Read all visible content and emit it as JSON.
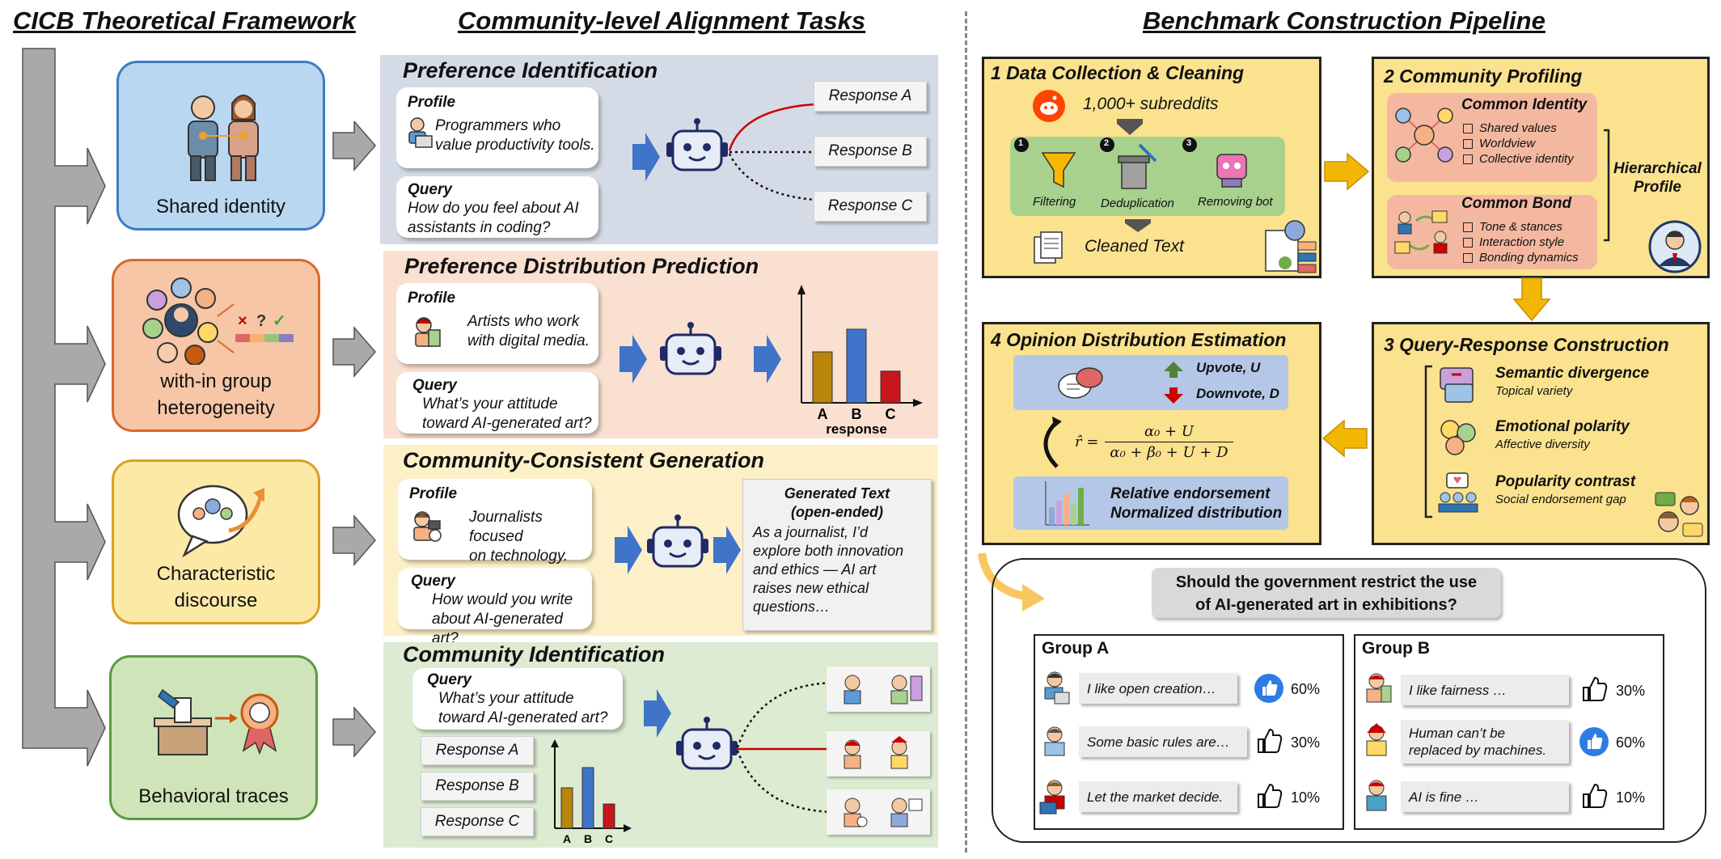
{
  "headers": {
    "framework": "CICB Theoretical Framework",
    "tasks": "Community-level Alignment Tasks",
    "pipeline": "Benchmark Construction Pipeline"
  },
  "framework": [
    {
      "label": "Shared identity",
      "color": "#b9d7f0",
      "border": "#3d7cc4"
    },
    {
      "label_line1": "with-in group",
      "label_line2": "heterogeneity",
      "color": "#f6c6a6",
      "border": "#d8692d"
    },
    {
      "label_line1": "Characteristic",
      "label_line2": "discourse",
      "color": "#fde9a6",
      "border": "#d9a021"
    },
    {
      "label": "Behavioral traces",
      "color": "#cfe4b8",
      "border": "#5c9a3e"
    }
  ],
  "tasks": {
    "preference_identification": {
      "title": "Preference Identification",
      "profile_head": "Profile",
      "profile_line1": "Programmers who",
      "profile_line2": "value productivity tools.",
      "query_head": "Query",
      "query_line1": "How do you feel about AI",
      "query_line2": "assistants in coding?",
      "responses": [
        "Response A",
        "Response B",
        "Response C"
      ]
    },
    "distribution_prediction": {
      "title": "Preference Distribution Prediction",
      "profile_head": "Profile",
      "profile_line1": "Artists who work",
      "profile_line2": "with digital media.",
      "query_head": "Query",
      "query_line1": "What’s your attitude",
      "query_line2": "toward AI-generated art?",
      "chart_xlabel": "response"
    },
    "consistent_generation": {
      "title": "Community-Consistent Generation",
      "profile_head": "Profile",
      "profile_line1": "Journalists focused",
      "profile_line2": "on technology.",
      "query_head": "Query",
      "query_line1": "How would you write",
      "query_line2": "about AI-generated art?",
      "gen_title1": "Generated Text",
      "gen_title2": "(open-ended)",
      "gen_lines": [
        "As a journalist, I’d",
        "explore both innovation",
        "and ethics — AI art",
        "raises new ethical",
        "questions…"
      ]
    },
    "community_identification": {
      "title": "Community Identification",
      "query_head": "Query",
      "query_line1": "What’s your attitude",
      "query_line2": "toward AI-generated art?",
      "responses": [
        "Response A",
        "Response B",
        "Response C"
      ]
    }
  },
  "pipeline": {
    "step1": {
      "title": "1 Data Collection & Cleaning",
      "subreddits": "1,000+ subreddits",
      "filters": [
        {
          "num": "1",
          "label": "Filtering"
        },
        {
          "num": "2",
          "label": "Deduplication"
        },
        {
          "num": "3",
          "label": "Removing bot"
        }
      ],
      "cleaned": "Cleaned Text"
    },
    "step2": {
      "title": "2 Community Profiling",
      "identity_title": "Common Identity",
      "identity_items": [
        "Shared values",
        "Worldview",
        "Collective identity"
      ],
      "bond_title": "Common Bond",
      "bond_items": [
        "Tone & stances",
        "Interaction style",
        "Bonding dynamics"
      ],
      "hier_line1": "Hierarchical",
      "hier_line2": "Profile"
    },
    "step3": {
      "title": "3 Query-Response Construction",
      "items": [
        {
          "title": "Semantic divergence",
          "sub": "Topical variety"
        },
        {
          "title": "Emotional polarity",
          "sub": "Affective diversity"
        },
        {
          "title": "Popularity contrast",
          "sub": "Social endorsement gap"
        }
      ]
    },
    "step4": {
      "title": "4 Opinion Distribution Estimation",
      "upvote": "Upvote, U",
      "downvote": "Downvote, D",
      "formula_lhs": "r̂ =",
      "formula_num": "α₀ + U",
      "formula_den": "α₀ + β₀ + U + D",
      "endorse_line1": "Relative endorsement",
      "endorse_line2": "Normalized distribution"
    },
    "example": {
      "question_line1": "Should the government restrict the use",
      "question_line2": "of AI-generated art in exhibitions?",
      "group_a": {
        "title": "Group A",
        "rows": [
          {
            "text": "I like open creation…",
            "pct": "60%",
            "liked": true
          },
          {
            "text": "Some basic rules are…",
            "pct": "30%",
            "liked": false
          },
          {
            "text": "Let the market decide.",
            "pct": "10%",
            "liked": false
          }
        ]
      },
      "group_b": {
        "title": "Group B",
        "rows": [
          {
            "text": "I like fairness …",
            "pct": "30%",
            "liked": false
          },
          {
            "text_line1": "Human can’t be",
            "text_line2": "replaced by machines.",
            "pct": "60%",
            "liked": true
          },
          {
            "text": "AI is fine …",
            "pct": "10%",
            "liked": false
          }
        ]
      }
    }
  },
  "chart_data": [
    {
      "type": "bar",
      "categories": [
        "A",
        "B",
        "C"
      ],
      "values": [
        0.45,
        0.65,
        0.28
      ],
      "colors": [
        "#b8860b",
        "#3f74c9",
        "#c8161d"
      ],
      "xlabel": "response"
    },
    {
      "type": "bar",
      "categories": [
        "A",
        "B",
        "C"
      ],
      "values": [
        0.5,
        0.75,
        0.3
      ],
      "colors": [
        "#b8860b",
        "#3f74c9",
        "#c8161d"
      ],
      "xlabel": ""
    }
  ]
}
